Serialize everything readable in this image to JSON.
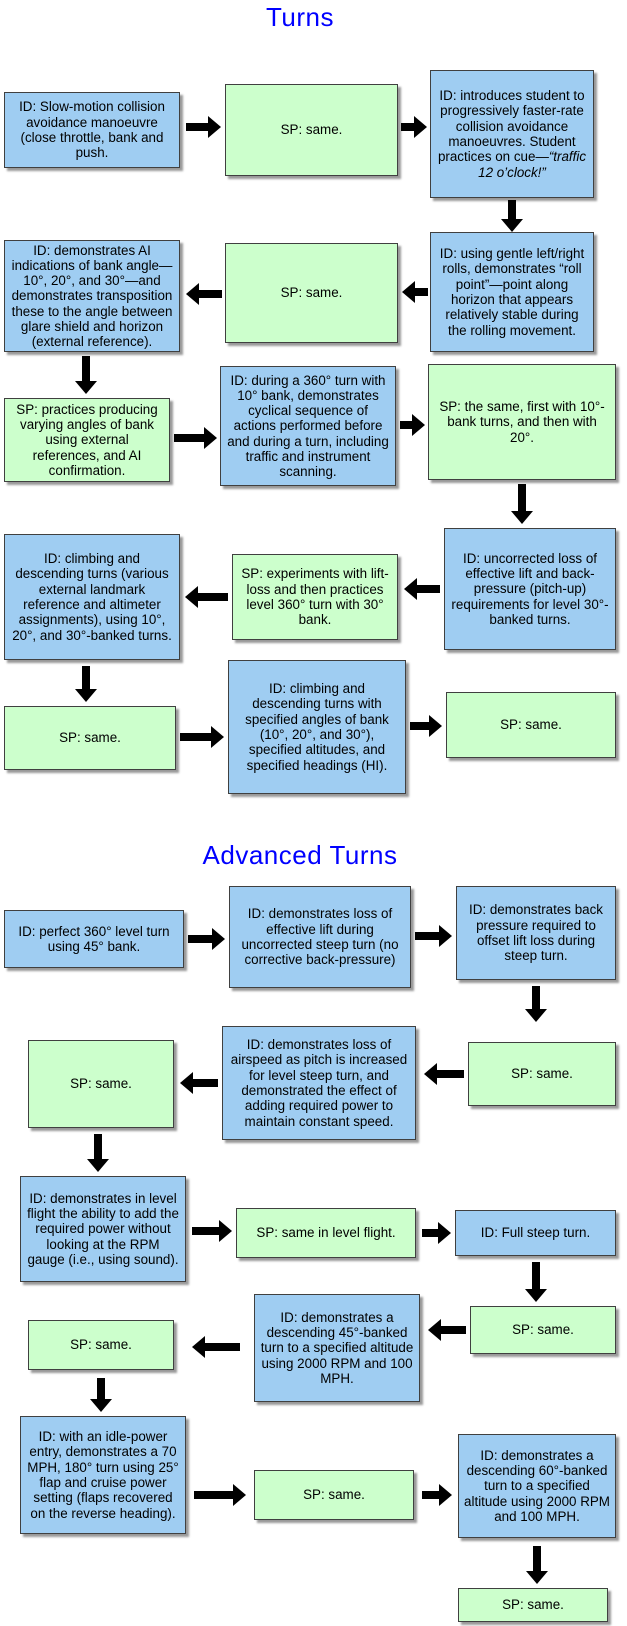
{
  "colors": {
    "id_box": "#9FCDF2",
    "sp_box": "#CCFFCC",
    "box_border": "#404040",
    "title": "#0000FF",
    "arrow": "#000000"
  },
  "section1": {
    "title": "Turns"
  },
  "section2": {
    "title": "Advanced Turns"
  },
  "rows": [
    {
      "boxes": [
        {
          "kind": "ID",
          "text": "ID:  Slow-motion collision avoidance manoeuvre (close throttle, bank and push."
        },
        {
          "kind": "SP",
          "text": "SP: same."
        },
        {
          "kind": "ID",
          "text": "ID: introduces student to progressively faster-rate collision avoidance manoeuvres.  Student practices on cue—",
          "italic": "“traffic 12 o’clock!”"
        }
      ]
    },
    {
      "boxes": [
        {
          "kind": "ID",
          "text": "ID: demonstrates AI indications of bank angle—10°, 20°, and 30°—and demonstrates transposition these to the angle between glare shield and horizon (external reference)."
        },
        {
          "kind": "SP",
          "text": "SP: same."
        },
        {
          "kind": "ID",
          "text": "ID: using gentle left/right rolls, demonstrates “roll point”—point along horizon that appears relatively stable during the rolling movement."
        }
      ]
    },
    {
      "boxes": [
        {
          "kind": "SP",
          "text": "SP: practices producing varying angles of bank using external references, and AI confirmation."
        },
        {
          "kind": "ID",
          "text": "ID: during a 360° turn with 10° bank, demonstrates cyclical sequence of actions performed before and during a turn, including traffic and instrument scanning."
        },
        {
          "kind": "SP",
          "text": "SP: the same, first with 10°-bank turns, and then with 20°."
        }
      ]
    },
    {
      "boxes": [
        {
          "kind": "ID",
          "text": "ID: climbing and descending turns (various external landmark reference and altimeter assignments), using 10°, 20°, and 30°-banked turns."
        },
        {
          "kind": "SP",
          "text": "SP: experiments with lift-loss and then practices level 360° turn with 30° bank."
        },
        {
          "kind": "ID",
          "text": "ID: uncorrected loss of effective lift and back-pressure (pitch-up) requirements for level 30°-banked turns."
        }
      ]
    },
    {
      "boxes": [
        {
          "kind": "SP",
          "text": "SP: same."
        },
        {
          "kind": "ID",
          "text": "ID: climbing and descending turns with specified angles of bank (10°, 20°, and 30°), specified altitudes, and specified headings (HI)."
        },
        {
          "kind": "SP",
          "text": "SP: same."
        }
      ]
    },
    {
      "boxes": [
        {
          "kind": "ID",
          "text": "ID:  perfect 360° level turn using 45° bank."
        },
        {
          "kind": "ID",
          "text": "ID: demonstrates loss of effective lift during uncorrected steep turn (no corrective back-pressure)"
        },
        {
          "kind": "ID",
          "text": "ID: demonstrates back pressure required to offset lift loss during steep turn."
        }
      ]
    },
    {
      "boxes": [
        {
          "kind": "SP",
          "text": "SP: same."
        },
        {
          "kind": "ID",
          "text": "ID: demonstrates loss of airspeed as pitch is increased for level steep turn, and demonstrated the effect of adding required power to maintain constant speed."
        },
        {
          "kind": "SP",
          "text": "SP: same."
        }
      ]
    },
    {
      "boxes": [
        {
          "kind": "ID",
          "text": "ID: demonstrates in level flight the ability to add the required power without looking at the RPM gauge (i.e., using sound)."
        },
        {
          "kind": "SP",
          "text": "SP: same in level flight."
        },
        {
          "kind": "ID",
          "text": "ID: Full steep turn."
        }
      ]
    },
    {
      "boxes": [
        {
          "kind": "SP",
          "text": "SP: same."
        },
        {
          "kind": "ID",
          "text": "ID: demonstrates a descending 45°-banked turn to a specified altitude using 2000 RPM and 100 MPH."
        },
        {
          "kind": "SP",
          "text": "SP: same."
        }
      ]
    },
    {
      "boxes": [
        {
          "kind": "ID",
          "text": "ID: with an idle-power entry, demonstrates a 70 MPH, 180° turn using 25° flap and cruise power setting (flaps recovered on the reverse heading)."
        },
        {
          "kind": "SP",
          "text": "SP: same."
        },
        {
          "kind": "ID",
          "text": "ID: demonstrates a descending 60°-banked turn to a specified altitude using 2000 RPM and 100 MPH."
        }
      ]
    },
    {
      "boxes": [
        {
          "kind": "SP",
          "text": "SP: same."
        }
      ]
    }
  ]
}
